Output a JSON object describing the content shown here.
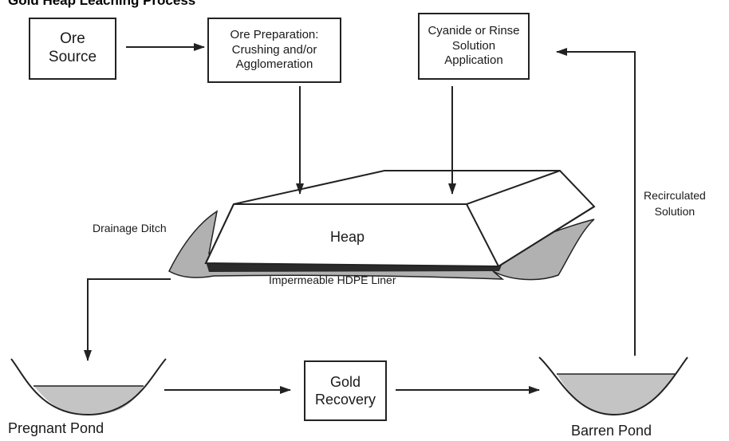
{
  "title": "Gold Heap Leaching Process",
  "boxes": {
    "ore_source": [
      "Ore",
      "Source"
    ],
    "ore_preparation": [
      "Ore Preparation:",
      "Crushing and/or",
      "Agglomeration"
    ],
    "cyanide": [
      "Cyanide or Rinse",
      "Solution",
      "Application"
    ],
    "gold_recovery": [
      "Gold",
      "Recovery"
    ]
  },
  "labels": {
    "heap": "Heap",
    "drainage_ditch": "Drainage Ditch",
    "liner": "Impermeable HDPE Liner",
    "recirculated": [
      "Recirculated",
      "Solution"
    ],
    "pregnant_pond": "Pregnant Pond",
    "barren_pond": "Barren Pond"
  },
  "colors": {
    "stroke": "#222222",
    "liquid": "#c8c8c8",
    "liner": "#a9a9a9"
  }
}
